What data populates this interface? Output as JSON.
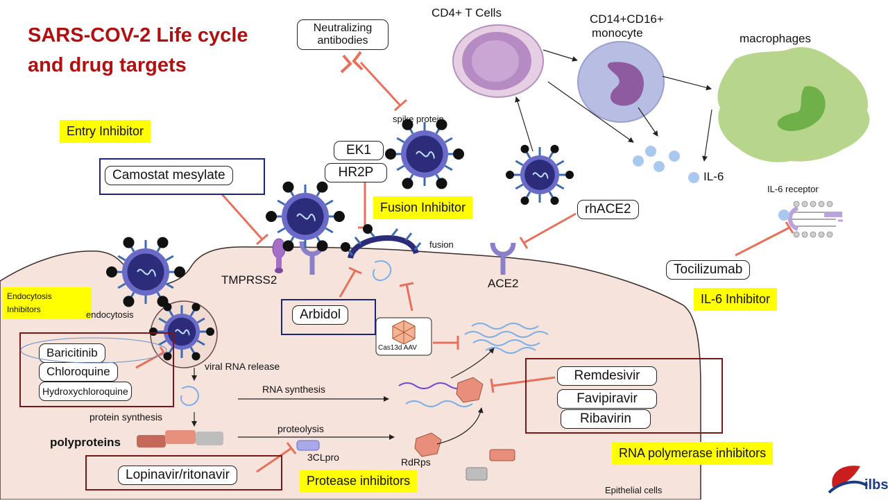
{
  "title_lines": [
    "SARS-COV-2 Life cycle",
    "and drug targets"
  ],
  "categories": {
    "entry": "Entry Inhibitor",
    "fusion": "Fusion Inhibitor",
    "endocytosis": "Endocytosis Inhibitors",
    "il6": "IL-6 Inhibitor",
    "rna_polymerase": "RNA polymerase inhibitors",
    "protease": "Protease inhibitors"
  },
  "drugs": {
    "neutralizing_antibodies": "Neutralizing antibodies",
    "camostat": "Camostat mesylate",
    "ek1": "EK1",
    "hr2p": "HR2P",
    "rhace2": "rhACE2",
    "tocilizumab": "Tocilizumab",
    "arbidol": "Arbidol",
    "baricitinib": "Baricitinib",
    "chloroquine": "Chloroquine",
    "hydroxychloroquine": "Hydroxychloroquine",
    "remdesivir": "Remdesivir",
    "favipiravir": "Favipiravir",
    "ribavirin": "Ribavirin",
    "lopinavir": "Lopinavir/ritonavir"
  },
  "labels": {
    "cd4": "CD4+ T Cells",
    "monocyte_line1": "CD14+CD16+",
    "monocyte_line2": "monocyte",
    "macrophages": "macrophages",
    "spike_protein": "spike protein",
    "il6": "IL-6",
    "il6_receptor": "IL-6 receptor",
    "fusion": "fusion",
    "tmprss2": "TMPRSS2",
    "ace2": "ACE2",
    "endocytosis": "endocytosis",
    "cas13d": "Cas13d AAV",
    "viral_rna_release": "viral RNA release",
    "rna_synthesis": "RNA synthesis",
    "protein_synthesis": "protein synthesis",
    "polyproteins": "polyproteins",
    "proteolysis": "proteolysis",
    "clpro": "3CLpro",
    "rdrps": "RdRps",
    "epithelial": "Epithelial cells",
    "logo": "ilbs"
  },
  "colors": {
    "title": "#b01010",
    "highlight": "#ffff00",
    "navy_box": "#1a237e",
    "maroon_box": "#7b1616",
    "inhibit": "#e8705a",
    "cell": "#f6e4dc",
    "virus_core": "#2c2c7a",
    "virus_ring": "#6a6ac8"
  }
}
